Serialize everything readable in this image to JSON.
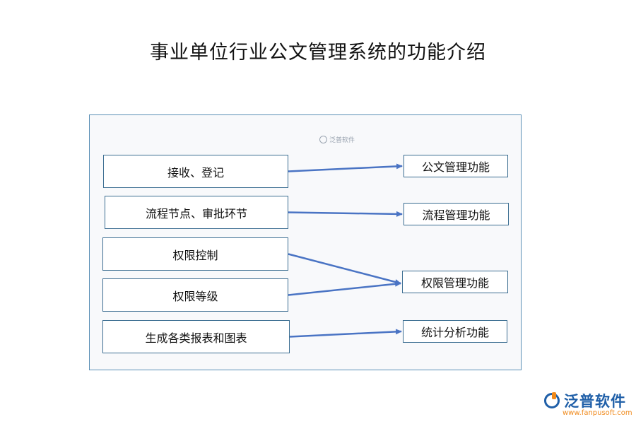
{
  "title": "事业单位行业公文管理系统的功能介绍",
  "diagram": {
    "inputs": [
      {
        "id": "in1",
        "label": "接收、登记"
      },
      {
        "id": "in2",
        "label": "流程节点、审批环节"
      },
      {
        "id": "in3",
        "label": "权限控制"
      },
      {
        "id": "in4",
        "label": "权限等级"
      },
      {
        "id": "in5",
        "label": "生成各类报表和图表"
      }
    ],
    "outputs": [
      {
        "id": "out1",
        "label": "公文管理功能"
      },
      {
        "id": "out2",
        "label": "流程管理功能"
      },
      {
        "id": "out3",
        "label": "权限管理功能"
      },
      {
        "id": "out4",
        "label": "统计分析功能"
      }
    ],
    "edges": [
      {
        "from": "in1",
        "to": "out1"
      },
      {
        "from": "in2",
        "to": "out2"
      },
      {
        "from": "in3",
        "to": "out3"
      },
      {
        "from": "in4",
        "to": "out3"
      },
      {
        "from": "in5",
        "to": "out4"
      }
    ],
    "arrow_color": "#4a74c4",
    "border_color": "#3b6d91"
  },
  "watermark": "泛普软件",
  "logo": {
    "name": "泛普软件",
    "url": "www.fanpusoft.com",
    "brand_color": "#1f5fa8",
    "accent_color": "#f08a1c"
  }
}
